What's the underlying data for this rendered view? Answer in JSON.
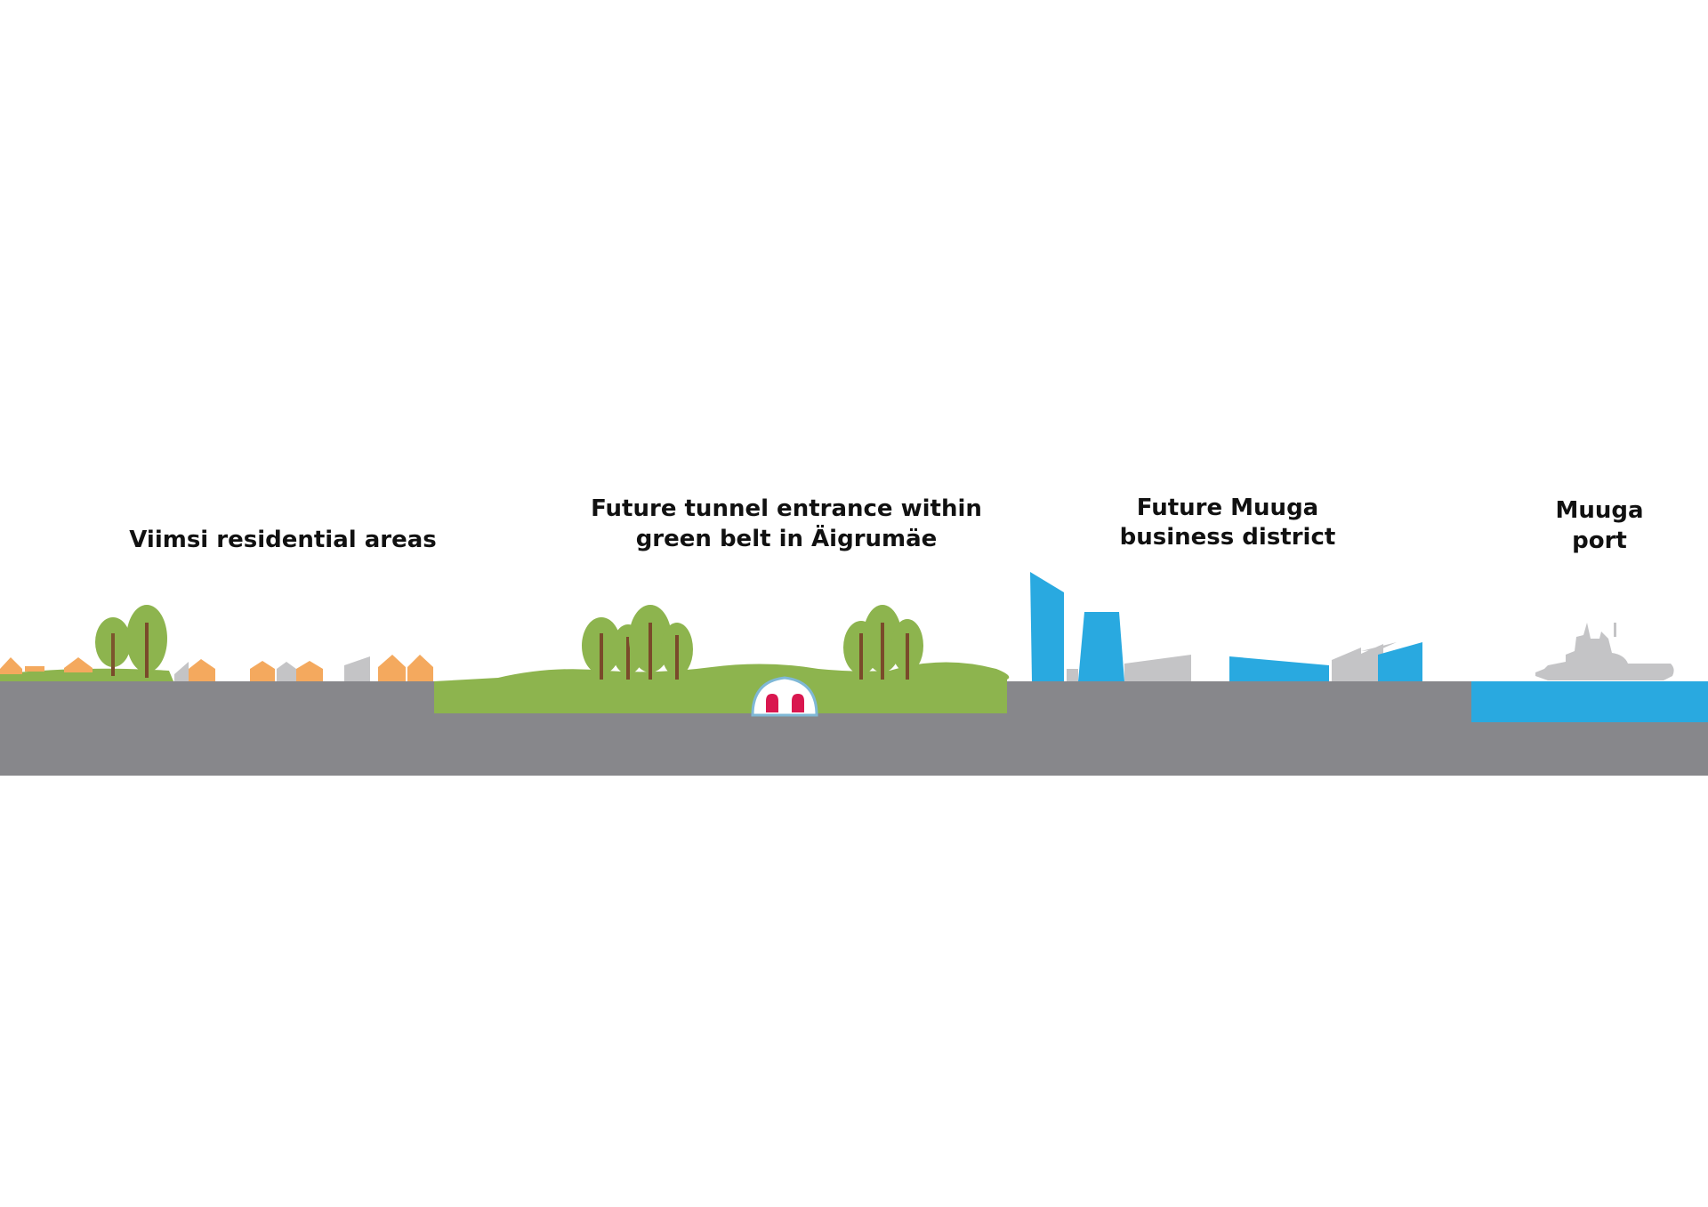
{
  "labels": {
    "residential": "Viimsi residential areas",
    "tunnel_line1": "Future tunnel entrance within",
    "tunnel_line2": "green belt in Äigrumäe",
    "business_line1": "Future Muuga",
    "business_line2": "business district",
    "port_line1": "Muuga",
    "port_line2": "port"
  },
  "colors": {
    "background": "#ffffff",
    "ground": "#87878b",
    "green": "#8db44e",
    "tree_trunk": "#7a4a2a",
    "house_orange": "#f4a95e",
    "building_grey": "#c4c4c6",
    "building_blue": "#29a9e0",
    "water": "#29a9e0",
    "ship": "#c4c4c6",
    "tunnel_shell": "#ffffff",
    "tunnel_outline": "#7fb8d6",
    "tunnel_opening": "#d9174f"
  }
}
